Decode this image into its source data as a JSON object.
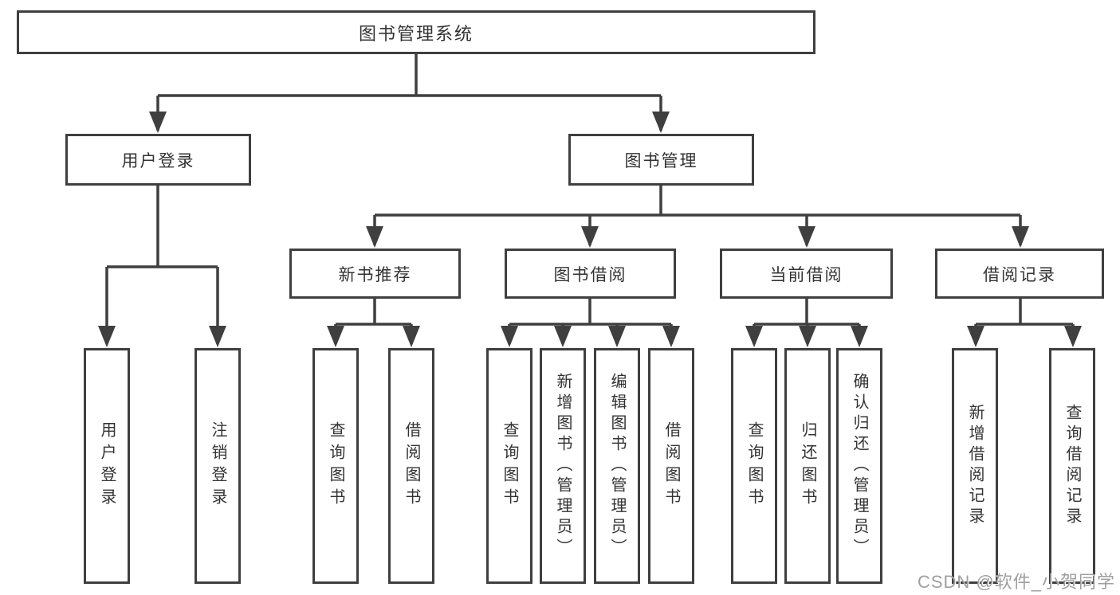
{
  "colors": {
    "line": "#3f3f3f",
    "box_border": "#3f3f3f",
    "text": "#333333",
    "background": "#ffffff",
    "watermark": "#9a9a9a"
  },
  "tree": {
    "root": {
      "label": "图书管理系统"
    },
    "branches": [
      {
        "label": "用户登录",
        "children": [
          {
            "label": "用户登录"
          },
          {
            "label": "注销登录"
          }
        ]
      },
      {
        "label": "图书管理",
        "children": [
          {
            "label": "新书推荐",
            "children": [
              {
                "label": "查询图书"
              },
              {
                "label": "借阅图书"
              }
            ]
          },
          {
            "label": "图书借阅",
            "children": [
              {
                "label": "查询图书"
              },
              {
                "label": "新增图书（管理员）"
              },
              {
                "label": "编辑图书（管理员）"
              },
              {
                "label": "借阅图书"
              }
            ]
          },
          {
            "label": "当前借阅",
            "children": [
              {
                "label": "查询图书"
              },
              {
                "label": "归还图书"
              },
              {
                "label": "确认归还（管理员）"
              }
            ]
          },
          {
            "label": "借阅记录",
            "children": [
              {
                "label": "新增借阅记录"
              },
              {
                "label": "查询借阅记录"
              }
            ]
          }
        ]
      }
    ]
  },
  "watermark": {
    "text": "CSDN @软件_小贺同学"
  }
}
